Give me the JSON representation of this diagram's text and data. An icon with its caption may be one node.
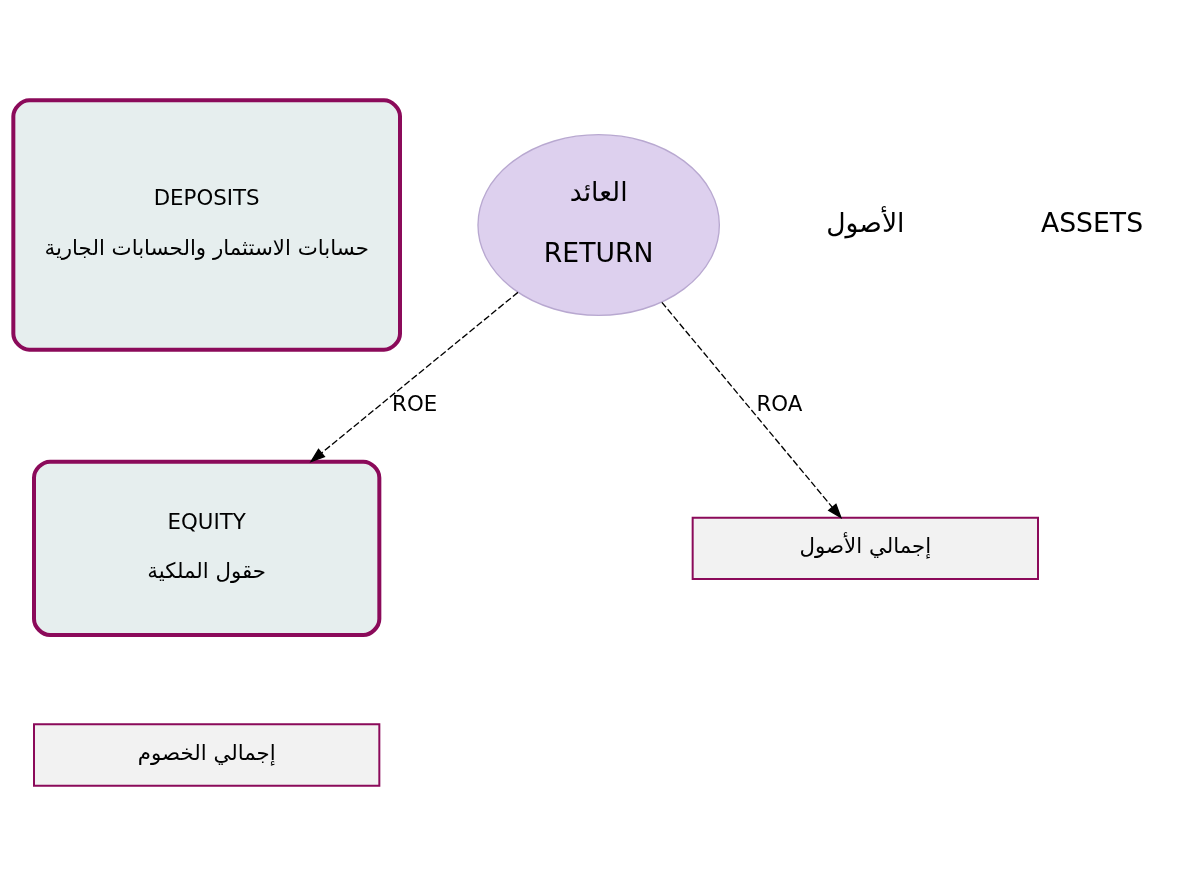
{
  "diagram": {
    "nodes": [
      {
        "text": [
          "العائد",
          "RETURN"
        ]
      },
      {
        "text": [
          "DEPOSITS",
          "حسابات الاستثمار والحسابات الجارية"
        ]
      },
      {
        "text": [
          "EQUITY",
          "حقول الملكية"
        ]
      },
      {
        "text": [
          "إجمالي الخصوم"
        ]
      },
      {
        "text": [
          "إجمالي الأصول"
        ]
      }
    ],
    "edges": [
      {
        "from": 0,
        "to": 2,
        "arrow": "to",
        "label": "ROE",
        "style": "dashed"
      },
      {
        "from": 0,
        "to": 4,
        "arrow": "to",
        "label": "ROA",
        "style": "dashed"
      }
    ],
    "labels": [
      "ASSETS",
      "الأصول"
    ]
  }
}
